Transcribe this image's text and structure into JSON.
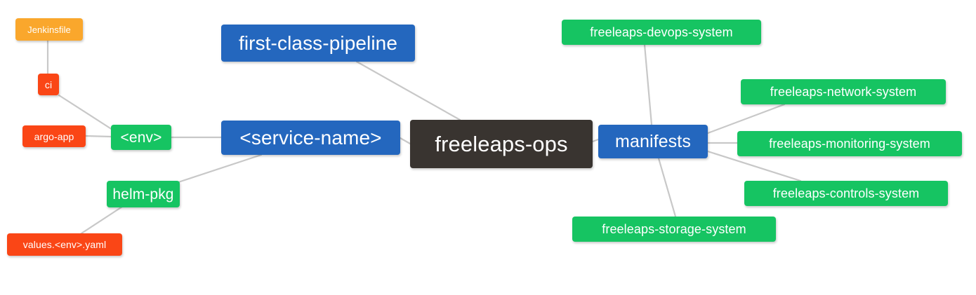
{
  "diagram": {
    "type": "mindmap",
    "title": "freeleaps-ops",
    "background": "#ffffff",
    "palette": {
      "root": "#393430",
      "blue": "#2467be",
      "green": "#16c462",
      "orange": "#faa72c",
      "red": "#fa4616",
      "edge": "#c8c8c8"
    }
  },
  "nodes": {
    "root": {
      "label": "freeleaps-ops"
    },
    "service_name": {
      "label": "<service-name>"
    },
    "first_class_pipeline": {
      "label": "first-class-pipeline"
    },
    "env": {
      "label": "<env>"
    },
    "jenkinsfile": {
      "label": "Jenkinsfile"
    },
    "ci": {
      "label": "ci"
    },
    "argo_app": {
      "label": "argo-app"
    },
    "helm_pkg": {
      "label": "helm-pkg"
    },
    "values_yaml": {
      "label": "values.<env>.yaml"
    },
    "manifests": {
      "label": "manifests"
    },
    "devops_system": {
      "label": "freeleaps-devops-system"
    },
    "network_system": {
      "label": "freeleaps-network-system"
    },
    "monitoring_system": {
      "label": "freeleaps-monitoring-system"
    },
    "controls_system": {
      "label": "freeleaps-controls-system"
    },
    "storage_system": {
      "label": "freeleaps-storage-system"
    }
  },
  "edges": [
    {
      "from": "root",
      "to": "service_name"
    },
    {
      "from": "root",
      "to": "first_class_pipeline"
    },
    {
      "from": "root",
      "to": "manifests"
    },
    {
      "from": "service_name",
      "to": "env"
    },
    {
      "from": "service_name",
      "to": "helm_pkg"
    },
    {
      "from": "env",
      "to": "ci"
    },
    {
      "from": "env",
      "to": "argo_app"
    },
    {
      "from": "ci",
      "to": "jenkinsfile"
    },
    {
      "from": "helm_pkg",
      "to": "values_yaml"
    },
    {
      "from": "manifests",
      "to": "devops_system"
    },
    {
      "from": "manifests",
      "to": "network_system"
    },
    {
      "from": "manifests",
      "to": "monitoring_system"
    },
    {
      "from": "manifests",
      "to": "controls_system"
    },
    {
      "from": "manifests",
      "to": "storage_system"
    }
  ]
}
